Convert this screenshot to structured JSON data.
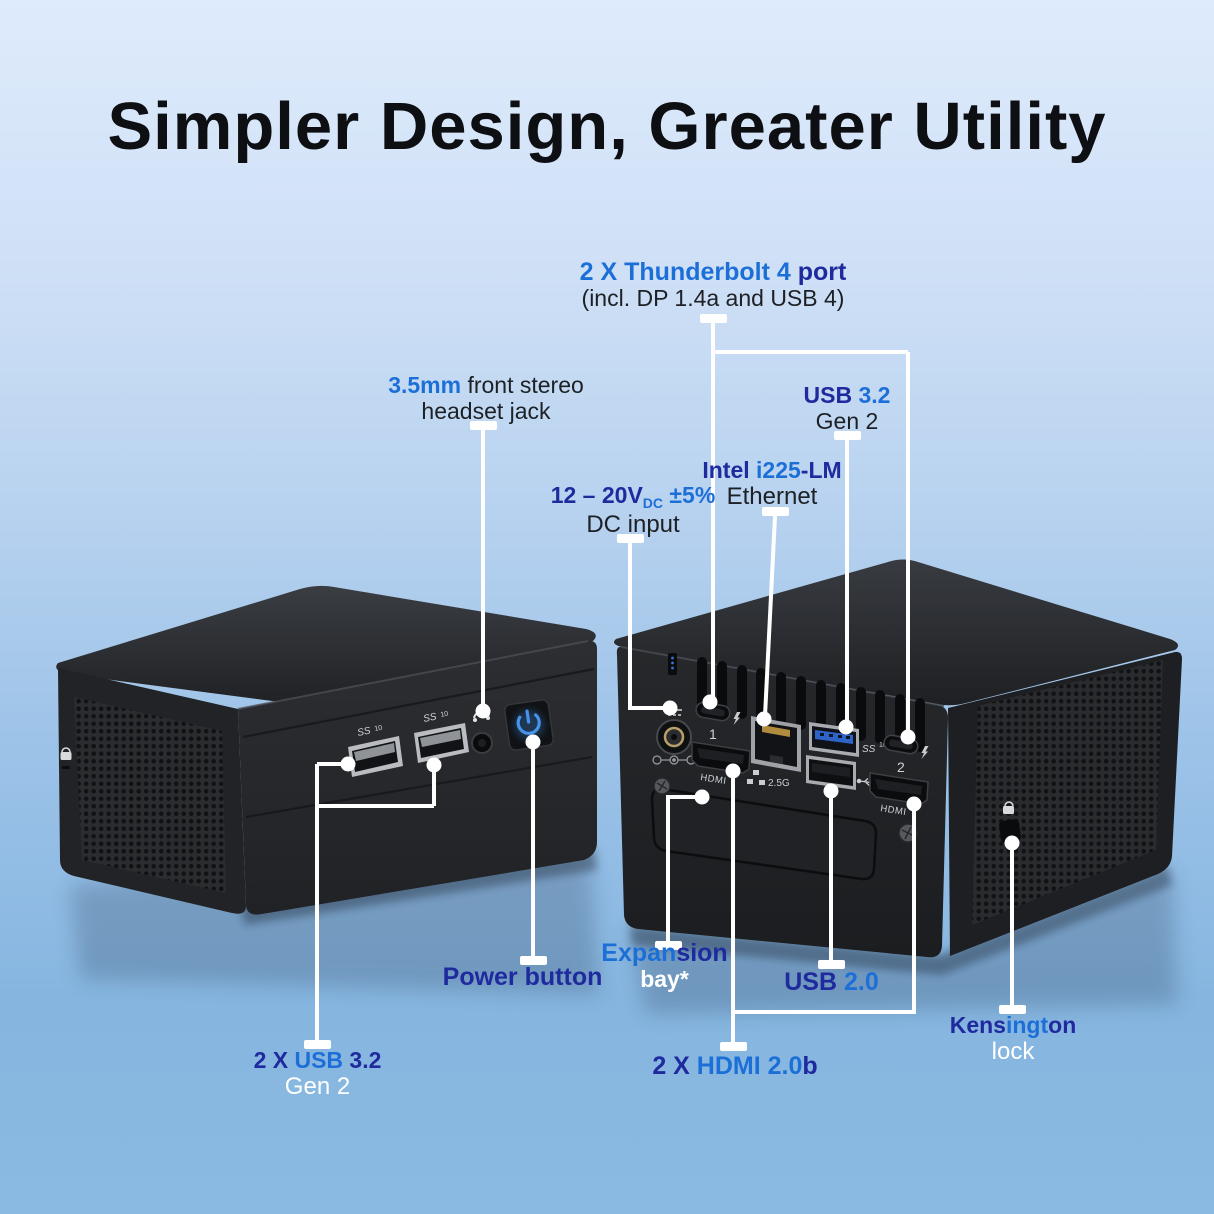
{
  "title": "Simpler Design, Greater Utility",
  "colors": {
    "label_blue": "#1d6fd8",
    "label_navy": "#1f2a9e",
    "label_dark": "#1d2024",
    "label_white": "#ffffff",
    "background_top": "#deebfc",
    "background_bottom": "#86b6e0",
    "power_button_glow": "#4593ea",
    "usb3_port_blue": "#2e64c8",
    "callout_line": "#ffffff"
  },
  "callouts": {
    "thunderbolt": {
      "part_a": "2 X Thunderbolt 4",
      "part_b": " port",
      "line2": "(incl. DP 1.4a and USB 4)"
    },
    "headset": {
      "part_a": "3.5mm",
      "part_b": " front stereo",
      "line2": "headset jack"
    },
    "usb32_rear": {
      "part_a": "USB",
      "part_b": " 3.2",
      "line2": "Gen 2"
    },
    "ethernet": {
      "part_a": "Intel ",
      "part_b": "i225",
      "part_c": "-LM",
      "line2": "Ethernet"
    },
    "dc_input": {
      "part_a": "12 – 20V",
      "part_sub": "DC",
      "part_b": " ±5%",
      "line2": "DC input"
    },
    "power": {
      "part_a": "Power ",
      "part_b": "button"
    },
    "expansion": {
      "part_a": "Expan",
      "part_b": "sion",
      "line2": "bay*"
    },
    "usb20": {
      "part_a": "USB ",
      "part_b": "2.0"
    },
    "usb32_front": {
      "part_a": "2 X ",
      "part_b": "USB",
      "part_c": " 3.2",
      "line2": "Gen 2"
    },
    "hdmi": {
      "part_a": "2 X ",
      "part_b": "HDMI 2.0",
      "part_c": "b"
    },
    "kensington": {
      "part_a": "Kens",
      "part_b": "ingt",
      "part_c": "on",
      "line2": "lock"
    }
  },
  "device_markings": {
    "thunderbolt_port_1": "1",
    "thunderbolt_port_2": "2",
    "hdmi_port": "HDMI",
    "ethernet_speed": "2.5G",
    "superspeed": "SS",
    "superspeed_sup": "10"
  }
}
